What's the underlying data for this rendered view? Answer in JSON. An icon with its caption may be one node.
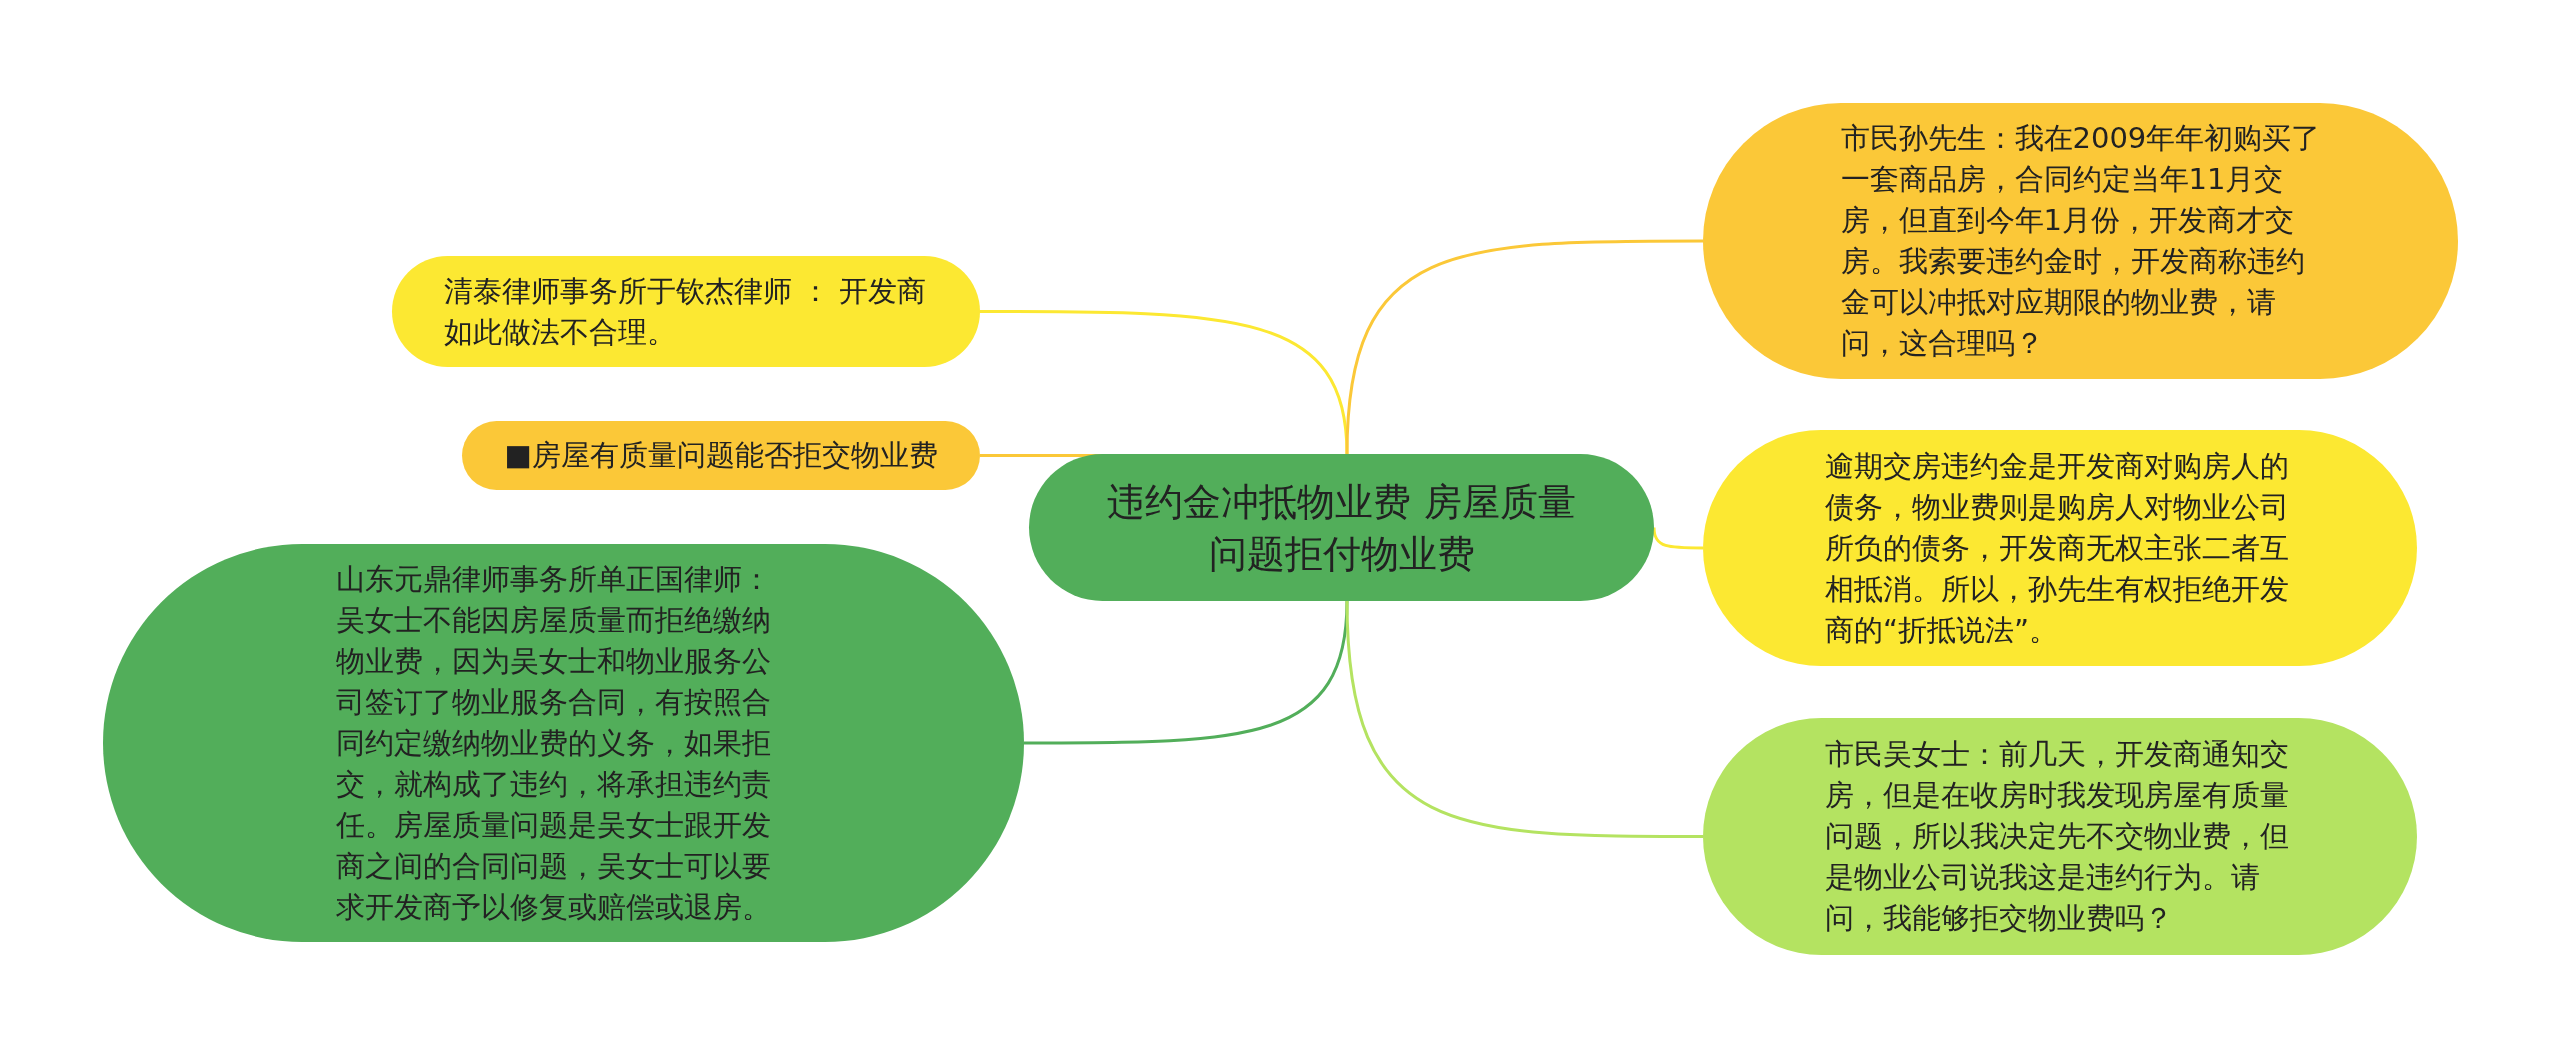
{
  "diagram": {
    "nodes": [
      {
        "text": [
          "违约金冲抵物业费 房屋质量问题拒付物业费"
        ]
      },
      {
        "text": [
          "清泰律师事务所于钦杰律师 ： 开发商如此做法不合理。"
        ]
      },
      {
        "text": [
          "■房屋有质量问题能否拒交物业费"
        ]
      },
      {
        "text": [
          "山东元鼎律师事务所单正国律师：吴女士不能因房屋质量而拒绝缴纳物业费，因为吴女士和物业服务公司签订了物业服务合同，有按照合同约定缴纳物业费的义务，如果拒交，就构成了违约，将承担违约责任。房屋质量问题是吴女士跟开发商之间的合同问题，吴女士可以要求开发商予以修复或赔偿或退房。"
        ]
      },
      {
        "text": [
          "市民孙先生：我在2009年年初购买了一套商品房，合同约定当年11月交房，但直到今年1月份，开发商才交房。我索要违约金时，开发商称违约金可以冲抵对应期限的物业费，请问，这合理吗？"
        ]
      },
      {
        "text": [
          "逾期交房违约金是开发商对购房人的债务，物业费则是购房人对物业公司所负的债务，开发商无权主张二者互相抵消。所以，孙先生有权拒绝开发商的“折抵说法”。"
        ]
      },
      {
        "text": [
          "市民吴女士：前几天，开发商通知交房，但是在收房时我发现房屋有质量问题，所以我决定先不交物业费，但是物业公司说我这是违约行为。请问，我能够拒交物业费吗？"
        ]
      }
    ],
    "edges": [
      {
        "from": 0,
        "to": 1,
        "arrow": "none",
        "color": "#fce832"
      },
      {
        "from": 0,
        "to": 2,
        "arrow": "none",
        "color": "#fbc838"
      },
      {
        "from": 0,
        "to": 3,
        "arrow": "none",
        "color": "#52ae5a"
      },
      {
        "from": 0,
        "to": 4,
        "arrow": "none",
        "color": "#fbc838"
      },
      {
        "from": 0,
        "to": 5,
        "arrow": "none",
        "color": "#fce832"
      },
      {
        "from": 0,
        "to": 6,
        "arrow": "none",
        "color": "#b4e361"
      }
    ]
  }
}
